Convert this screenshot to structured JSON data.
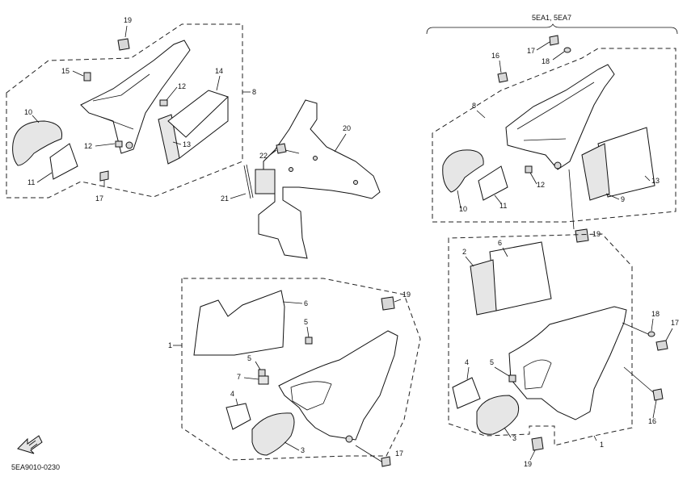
{
  "diagram": {
    "model_group_label": "5EA1, 5EA7",
    "part_code": "5EA9010-0230",
    "callouts": {
      "c1": "1",
      "c2": "2",
      "c3": "3",
      "c4": "4",
      "c5": "5",
      "c6": "6",
      "c7": "7",
      "c8": "8",
      "c9": "9",
      "c10": "10",
      "c11": "11",
      "c12": "12",
      "c13": "13",
      "c14": "14",
      "c15": "15",
      "c16": "16",
      "c17": "17",
      "c18": "18",
      "c19": "19",
      "c20": "20",
      "c21": "21",
      "c22": "22"
    }
  }
}
